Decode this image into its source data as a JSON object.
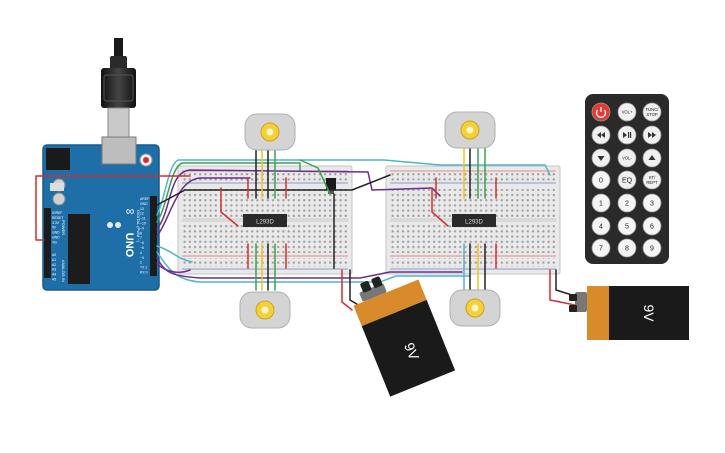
{
  "arduino": {
    "brand": "UNO",
    "header_labels": [
      "AREF",
      "GND",
      "13",
      "12",
      "~11",
      "~10",
      "~9",
      "8",
      "7",
      "~6",
      "~5",
      "4",
      "~3",
      "2",
      "TX 1",
      "RX 0"
    ],
    "digital_label": "DIGITAL (PWM ~)",
    "power_labels": [
      "IOREF",
      "RESET",
      "3.3V",
      "5V",
      "GND",
      "GND",
      "Vin"
    ],
    "power_title": "POWER",
    "analog_labels": [
      "A0",
      "A1",
      "A2",
      "A3",
      "A4",
      "A5"
    ],
    "analog_title": "ANALOG IN"
  },
  "chips": [
    {
      "label": "L293D"
    },
    {
      "label": "L293D"
    }
  ],
  "batteries": [
    {
      "label": "9V"
    },
    {
      "label": "9V"
    }
  ],
  "remote": {
    "buttons": [
      {
        "label": "",
        "icon": "power-icon",
        "color": "#e53935"
      },
      {
        "label": "VOL+",
        "icon": ""
      },
      {
        "label": "FUNC/ STOP",
        "icon": ""
      },
      {
        "label": "",
        "icon": "rewind-icon"
      },
      {
        "label": "",
        "icon": "play-pause-icon"
      },
      {
        "label": "",
        "icon": "fast-forward-icon"
      },
      {
        "label": "",
        "icon": "down-icon"
      },
      {
        "label": "VOL-",
        "icon": ""
      },
      {
        "label": "",
        "icon": "up-icon"
      },
      {
        "label": "0",
        "icon": ""
      },
      {
        "label": "EQ",
        "icon": ""
      },
      {
        "label": "ST/ REPT",
        "icon": ""
      },
      {
        "label": "1",
        "icon": ""
      },
      {
        "label": "2",
        "icon": ""
      },
      {
        "label": "3",
        "icon": ""
      },
      {
        "label": "4",
        "icon": ""
      },
      {
        "label": "5",
        "icon": ""
      },
      {
        "label": "6",
        "icon": ""
      },
      {
        "label": "7",
        "icon": ""
      },
      {
        "label": "8",
        "icon": ""
      },
      {
        "label": "9",
        "icon": ""
      }
    ]
  },
  "colors": {
    "arduino": "#1e6fa8",
    "wire_red": "#d32f2f",
    "wire_black": "#222222",
    "wire_purple": "#6a2c91",
    "wire_cyan": "#4fb6c9",
    "wire_green": "#3aa34a",
    "wire_yellow": "#f2c21b",
    "battery_orange": "#d98a2b"
  }
}
